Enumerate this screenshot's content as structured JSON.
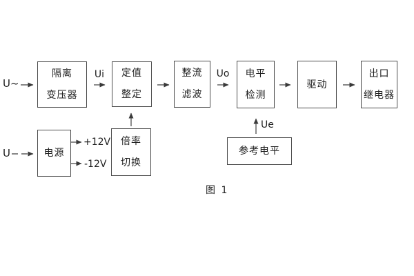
{
  "diagram": {
    "caption": "图 1",
    "colors": {
      "line": "#4a4a4a",
      "text": "#1f1f1f",
      "background": "#ffffff"
    },
    "blocks": {
      "isolation_transformer": {
        "line1": "隔离",
        "line2": "变压器"
      },
      "setting_adjust": {
        "line1": "定值",
        "line2": "整定"
      },
      "rectifier_filter": {
        "line1": "整流",
        "line2": "滤波"
      },
      "level_detect": {
        "line1": "电平",
        "line2": "检测"
      },
      "driver": {
        "label": "驱动"
      },
      "output_relay": {
        "line1": "出口",
        "line2": "继电器"
      },
      "power_supply": {
        "label": "电源"
      },
      "ratio_switch": {
        "line1": "倍率",
        "line2": "切换"
      },
      "reference_level": {
        "label": "参考电平"
      }
    },
    "signals": {
      "ac_input": "U~",
      "dc_input": "U",
      "ui": "Ui",
      "uo": "Uo",
      "ue": "Ue",
      "plus_12v": "+12V",
      "minus_12v": "-12V"
    }
  }
}
